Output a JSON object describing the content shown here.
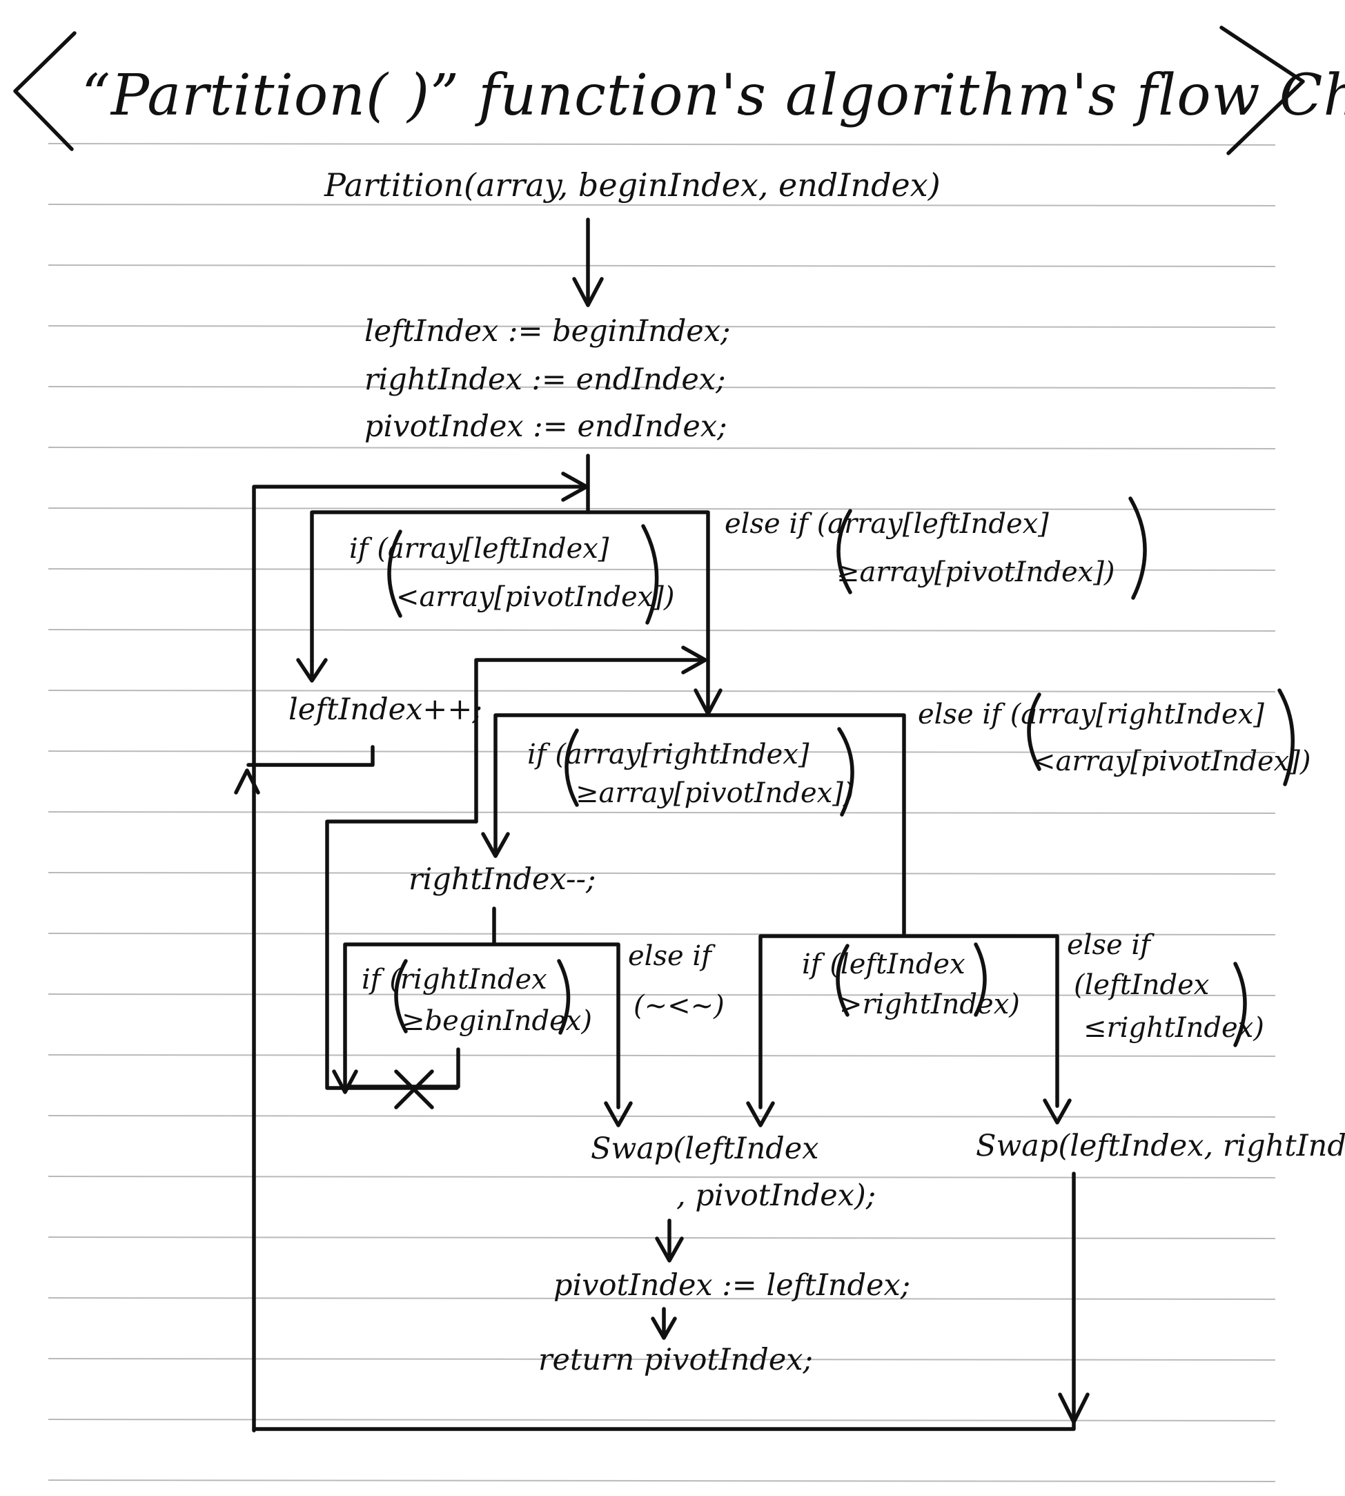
{
  "title": "“Partition( )” function's algorithm's flow Chart",
  "signature": "Partition(array, beginIndex, endIndex)",
  "init_lines": [
    "leftIndex := beginIndex;",
    "rightIndex := endIndex;",
    "pivotIndex := endIndex;"
  ],
  "cond_left_lt": {
    "line1": "if (array[leftIndex]",
    "line2": "<array[pivotIndex])"
  },
  "cond_left_ge": {
    "line1": "else if (array[leftIndex]",
    "line2": "≥array[pivotIndex])"
  },
  "stmt_left_inc": "leftIndex++;",
  "cond_right_ge": {
    "line1": "if (array[rightIndex]",
    "line2": "≥array[pivotIndex])"
  },
  "cond_right_lt": {
    "line1": "else if (array[rightIndex]",
    "line2": "<array[pivotIndex])"
  },
  "stmt_right_dec": "rightIndex--;",
  "cond_right_ge_begin": {
    "line1": "if (rightIndex",
    "line2": "≥beginIndex)"
  },
  "cond_else_if_short": {
    "line1": "else if",
    "line2": "(~<~)"
  },
  "cond_left_gt_right": {
    "line1": "if (leftIndex",
    "line2": ">rightIndex)"
  },
  "cond_left_le_right": {
    "line1": "else if",
    "line2": "(leftIndex",
    "line3": "≤rightIndex)"
  },
  "swap_left_pivot": {
    "line1": "Swap(leftIndex",
    "line2": ", pivotIndex);"
  },
  "swap_left_right": "Swap(leftIndex, rightIndex);",
  "assign_pivot": "pivotIndex := leftIndex;",
  "return_stmt": "return pivotIndex;",
  "colors": {
    "ink": "#111111",
    "rule": "#b9b9b9",
    "paper": "#ffffff"
  },
  "icons": {
    "loop_exit": "cross-mark-icon",
    "arrowheads": "open-arrowhead-icon"
  }
}
